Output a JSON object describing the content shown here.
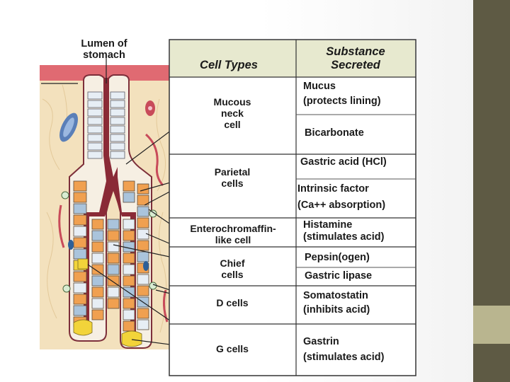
{
  "diagram": {
    "lumen_label": "Lumen of\nstomach",
    "table": {
      "header_left": "Cell Types",
      "header_right": "Substance\nSecreted",
      "cell_labels": [
        "Mucous\nneck\ncell",
        "Parietal\ncells",
        "Enterochromaffin-\nlike cell",
        "Chief\ncells",
        "D cells",
        "G cells"
      ],
      "substances": [
        "Mucus\n(protects lining)",
        "Bicarbonate",
        "Gastric acid (HCl)",
        "Intrinsic factor\n(Ca++ absorption)",
        "Histamine\n(stimulates acid)",
        "Pepsin(ogen)",
        "Gastric lipase",
        "Somatostatin\n(inhibits acid)",
        "Gastrin\n(stimulates acid)"
      ]
    },
    "colors": {
      "header_bg": "#e7e9cf",
      "tissue": "#f3e1bd",
      "mucosa_surface": "#e06a72",
      "parietal": "#f0a050",
      "chief": "#aac4dc",
      "g_cell": "#f2d43a",
      "slide_bar": "#5e5a44",
      "slide_accent": "#b9b58f"
    }
  }
}
